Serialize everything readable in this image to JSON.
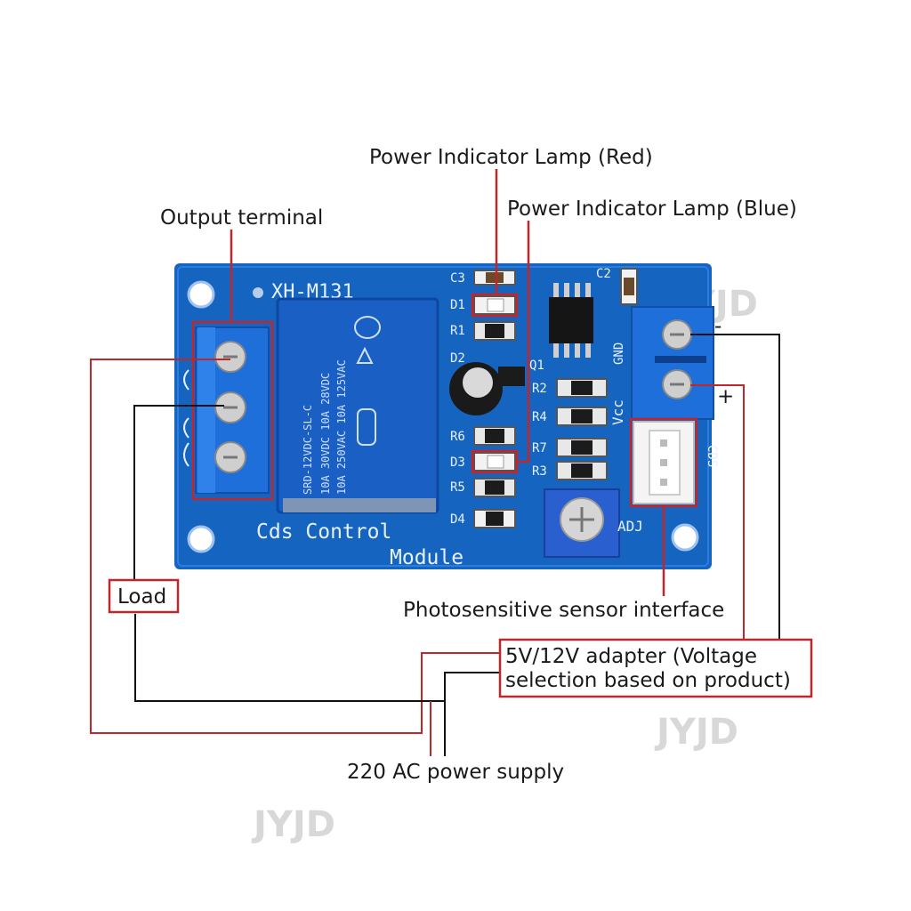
{
  "labels": {
    "power_red": "Power Indicator Lamp (Red)",
    "power_blue": "Power Indicator Lamp (Blue)",
    "output_terminal": "Output terminal",
    "load": "Load",
    "photosensitive": "Photosensitive sensor interface",
    "adapter_line1": "5V/12V adapter (Voltage",
    "adapter_line2": "selection based on product)",
    "ac_supply": "220 AC power supply",
    "minus": "-",
    "plus": "+"
  },
  "board": {
    "model": "XH-M131",
    "name_line1": "Cds Control",
    "name_line2": "Module",
    "relay_lines": [
      "SRD-12VDC-SL-C",
      "10A 30VDC 10A 28VDC",
      "10A 250VAC 10A 125VAC"
    ],
    "components": {
      "c3": "C3",
      "d1": "D1",
      "r1": "R1",
      "d2": "D2",
      "q1": "Q1",
      "r6": "R6",
      "d3": "D3",
      "r5": "R5",
      "d4": "D4",
      "r2": "R2",
      "r4": "R4",
      "r7": "R7",
      "r3": "R3",
      "c2": "C2"
    },
    "pins": {
      "gnd": "GND",
      "vcc": "Vcc",
      "cds": "CDS",
      "adj": "ADJ"
    }
  },
  "watermark": "JYJD",
  "colors": {
    "board_blue": "#1565c0",
    "board_dark": "#0d47a1",
    "terminal_blue": "#1e6fd9",
    "callout_red": "#c0272d",
    "wire_black": "#111111"
  }
}
